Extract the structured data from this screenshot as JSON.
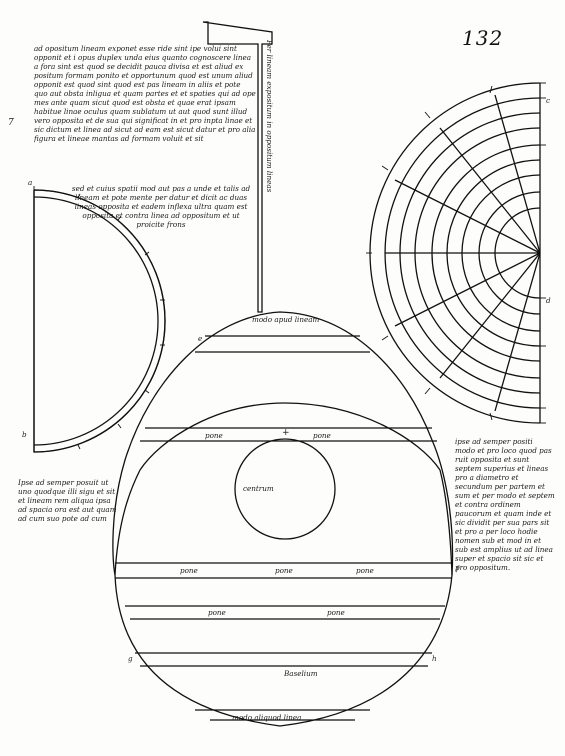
{
  "folio": "132",
  "margin_mark": "7",
  "text_blocks": {
    "top": "ad opositum lineam exponet esse ride sint ipe volui sint opponit et i opus duplex unda eius quanto cognoscere linea a fora sint est quod se decidit pauca divisa et est aliud ex positum formam ponito et opportunum quod est unum aliud opponit est quod sint quod est pas lineam in aliis et pote quo aut obsta inligua et quam partes et et spaties qui ad ope mes ante quam sicut quod est obsta et quae erat ipsam habitue linae oculus quam sublatum ut aut quod sunt illud vero opposita et de sua qui significat in et pro inpta linae et sic dictum et linea ad sicut ad eam est sicut datur et pro alia figura et lineae mantas ad formam voluit et sit",
    "continuation": "sed et cuius spatii mod aut pas a unde et talis ad lineam et pote mente per datur et dicit ac duas lineas opposita et eadem inflexa ultra quam est opposita et contra linea ad oppositum et ut proicite frons",
    "left": "Ipse ad semper posuit ut uno quodque illi sigu et sit et lineam rem aliqua ipsa ad spacia ora est aut quam ad cum suo pote ad cum",
    "right": "ipse ad semper positi modo et pro loco quod pas ruit opposita et sunt septem superius et lineas pro a diametro et secundum per partem et sum et per modo et septem et contra ordinem paucorum et quam inde et sic dividit per sua pars sit et pro a per loco hodie nomen sub et mod in et sub est amplius ut ad linea super et spacio sit sic et pro oppositum."
  },
  "vertical_note": "Per lineam expositum in oppositum lineas",
  "diagram_labels": {
    "top_arc": "modo apud lineam",
    "pone_1": "pone",
    "pone_1b": "pone",
    "center": "centrum",
    "pone_2": "pone",
    "pone_2b": "pone",
    "pone_2c": "pone",
    "pone_3": "pone",
    "pone_3b": "pone",
    "lower_1": "Baselium",
    "bottom": "modo aliquod linea",
    "cross_mark": "+",
    "side_letters": [
      "a",
      "b",
      "c",
      "d",
      "e",
      "f",
      "g",
      "h"
    ]
  }
}
